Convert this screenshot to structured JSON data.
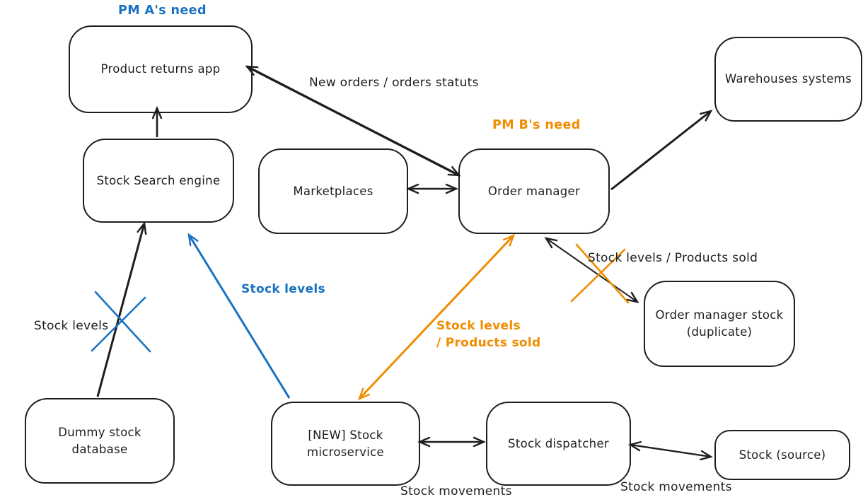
{
  "colors": {
    "ink": "#1e1e1e",
    "blue": "#1971c2",
    "orange": "#f08c00",
    "canvas": "#ffffff"
  },
  "annotations": {
    "pm_a": "PM A's need",
    "pm_b": "PM B's need"
  },
  "nodes": [
    {
      "label": "Product returns app"
    },
    {
      "label": "Stock Search engine"
    },
    {
      "label": "Dummy stock\ndatabase"
    },
    {
      "label": "Marketplaces"
    },
    {
      "label": "Order manager"
    },
    {
      "label": "Warehouses systems"
    },
    {
      "label": "Order manager stock\n(duplicate)"
    },
    {
      "label": "[NEW] Stock\nmicroservice"
    },
    {
      "label": "Stock dispatcher"
    },
    {
      "label": "Stock (source)"
    }
  ],
  "edge_labels": {
    "new_orders": "New orders / orders statuts",
    "stock_levels_dummy": "Stock levels",
    "stock_levels_new": "Stock levels",
    "stock_levels_products_sold_new": "Stock levels\n/ Products sold",
    "stock_levels_products_sold_duplicate": "Stock levels / Products sold",
    "stock_movements_left": "Stock movements",
    "stock_movements_right": "Stock movements"
  }
}
